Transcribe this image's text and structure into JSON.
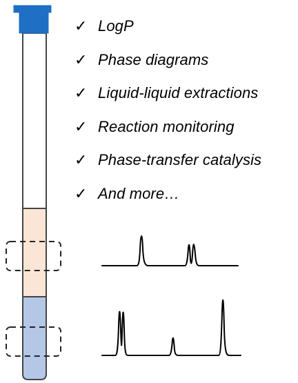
{
  "checklist": {
    "check_symbol": "✓",
    "items": [
      {
        "label": "LogP"
      },
      {
        "label": "Phase diagrams"
      },
      {
        "label": "Liquid-liquid extractions"
      },
      {
        "label": "Reaction monitoring"
      },
      {
        "label": "Phase-transfer catalysis"
      },
      {
        "label": "And more…"
      }
    ]
  },
  "tube": {
    "cap_color": "#1f6fc4",
    "upper_phase_color": "#fbe5d6",
    "lower_phase_color": "#b4c7e7",
    "outline_color": "#444444"
  },
  "spectra": {
    "line_color": "#000000",
    "upper_phase_peaks": 3,
    "lower_phase_peaks": 4
  }
}
